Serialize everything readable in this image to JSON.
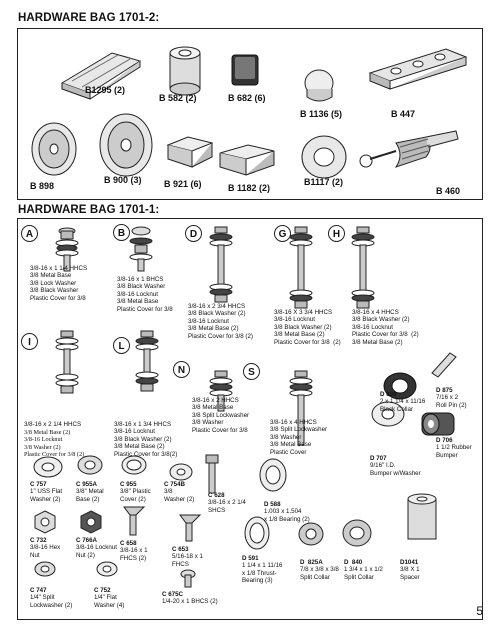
{
  "bag1": {
    "title": "HARDWARE BAG 1701-2:"
  },
  "bag2": {
    "title": "HARDWARE BAG 1701-1:"
  },
  "bag1_parts": {
    "b1295": "B1295 (2)",
    "b582": "B 582 (2)",
    "b682": "B 682 (6)",
    "b1136": "B 1136 (5)",
    "b447": "B 447",
    "b898": "B 898",
    "b900": "B 900 (3)",
    "b921": "B 921 (6)",
    "b1182": "B 1182 (2)",
    "b1117": "B1117 (2)",
    "b460": "B 460"
  },
  "assemblies": {
    "A": {
      "letter": "A",
      "text": "3/8-16 x 1 1/4 HHCS\n3/8 Metal Base\n3/8 Lock Washer\n3/8 Black Washer\nPlastic Cover for 3/8"
    },
    "B": {
      "letter": "B",
      "text": "3/8-16 x 1 BHCS\n3/8 Black Washer\n3/8-16 Locknut\n3/8 Metal Base\nPlastic Cover for 3/8"
    },
    "D": {
      "letter": "D",
      "text": "3/8-16 x 2 3/4 HHCS\n3/8 Black Washer (2)\n3/8-16 Locknut\n3/8 Metal Base (2)\nPlastic Cover for 3/8 (2)"
    },
    "G": {
      "letter": "G",
      "text": "3/8-16 X 3 3/4 HHCS\n3/8-16 Locknut\n3/8 Black Washer (2)\n3/8 Metal Base (2)\nPlastic Cover for 3/8  (2)"
    },
    "H": {
      "letter": "H",
      "text": "3/8-16 x 4 HHCS\n3/8 Black Washer (2)\n3/8-16 Locknut\nPlastic Cover for 3/8  (2)\n3/8 Metal Base (2)"
    },
    "I": {
      "letter": "I",
      "text1": "3/8-16 x 2 1/4 HHCS",
      "text2": "3/8 Metal Base (2)\n3/8-16 Locknut\n3/8 Washer (2)\nPlastic Cover for 3/8 (2)"
    },
    "L": {
      "letter": "L",
      "text": "3/8-16 x 1 3/4 HHCS\n3/8-16 Locknut\n3/8 Black Washer (2)\n3/8 Metal Base (2)\nPlastic Cover for 3/8(2)"
    },
    "N": {
      "letter": "N",
      "text": "3/8-16 x 2 HHCS\n3/8 Metal Base\n3/8 Split Lockwasher\n3/8 Washer\nPlastic Cover for 3/8"
    },
    "S": {
      "letter": "S",
      "text": "3/8-16 x 4 HHCS\n3/8 Split Lockwasher\n3/8 Washer\n3/8 Metal Base\nPlastic Cover"
    }
  },
  "parts": {
    "d836": {
      "code": "D 836",
      "desc": "2 x 1 1/4 x 11/16\nBlack Collar"
    },
    "d875": {
      "code": "D 875",
      "desc": "7/16 x 2\nRoll Pin (2)"
    },
    "d706": {
      "code": "D 706",
      "desc": "1 1/2 Rubber\nBumper"
    },
    "d707": {
      "code": "D 707",
      "desc": "9/16\" I.D.\nBumper w/Washer"
    },
    "c757": {
      "code": "C 757",
      "desc": "1\" USS Flat\nWasher (2)"
    },
    "c955a": {
      "code": "C 955A",
      "desc": "3/8\" Metal\nBase (2)"
    },
    "c955": {
      "code": "C 955",
      "desc": "3/8\" Plastic\nCover (2)"
    },
    "c754b": {
      "code": "C 754B",
      "desc": "3/8\nWasher (2)"
    },
    "c628": {
      "code": "C 628",
      "desc": "3/8-16 x 2 1/4\nSHCS"
    },
    "d588": {
      "code": "D 588",
      "desc": "1.003 x 1.504\nx 1/8 Bearing (2)"
    },
    "c732": {
      "code": "C 732",
      "desc": "3/8-16 Hex\nNut"
    },
    "c766a": {
      "code": "C 766A",
      "desc": "3/8-16 Locknut\nNut (2)"
    },
    "c658": {
      "code": "C 658",
      "desc": "3/8-16 x 1\nFHCS (2)"
    },
    "c653": {
      "code": "C 653",
      "desc": "5/16-18 x 1\nFHCS"
    },
    "d591": {
      "code": "D 591",
      "desc": "1 1/4 x 1 11/16\nx 1/8 Thrust-\nBearing (3)"
    },
    "d825a": {
      "code": "D  825A",
      "desc": "7/8 x 3/8 x 3/8\nSplit Collar"
    },
    "d840": {
      "code": "D  840",
      "desc": "1 3/4 x 1 x 1/2\nSplit Collar"
    },
    "d1041": {
      "code": "D1041",
      "desc": "3/8 X 1\nSpacer"
    },
    "c747": {
      "code": "C 747",
      "desc": "1/4\" Split\nLockwasher (2)"
    },
    "c752": {
      "code": "C 752",
      "desc": "1/4\" Flat\nWasher (4)"
    },
    "c675c": {
      "code": "C 675C",
      "desc": "1/4-20 x 1 BHCS (2)"
    }
  },
  "page_number": "5"
}
